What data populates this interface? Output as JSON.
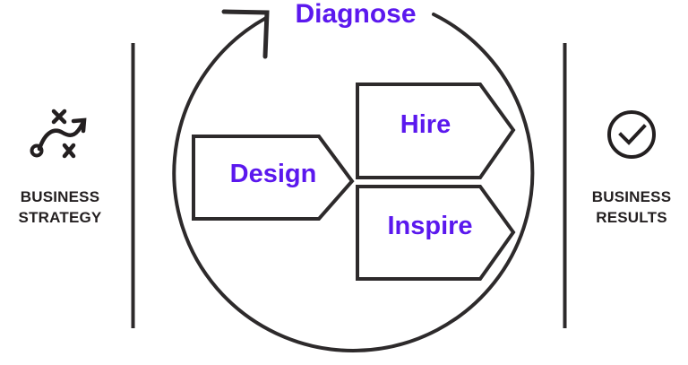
{
  "diagram": {
    "type": "cycle-flow",
    "stroke_color": "#2d2a2b",
    "accent_color": "#5b18ee",
    "label_color": "#231f20",
    "background": "#ffffff"
  },
  "left_pillar": {
    "icon": "strategy-path-icon",
    "label": "BUSINESS\nSTRATEGY"
  },
  "right_pillar": {
    "icon": "check-circle-icon",
    "label": "BUSINESS\nRESULTS"
  },
  "cycle": {
    "arrow_icon": "circular-arrow-icon",
    "stages": [
      {
        "id": "diagnose",
        "label": "Diagnose",
        "shape": "arc-label"
      },
      {
        "id": "design",
        "label": "Design",
        "shape": "chevron"
      },
      {
        "id": "hire",
        "label": "Hire",
        "shape": "chevron"
      },
      {
        "id": "inspire",
        "label": "Inspire",
        "shape": "chevron"
      }
    ]
  }
}
